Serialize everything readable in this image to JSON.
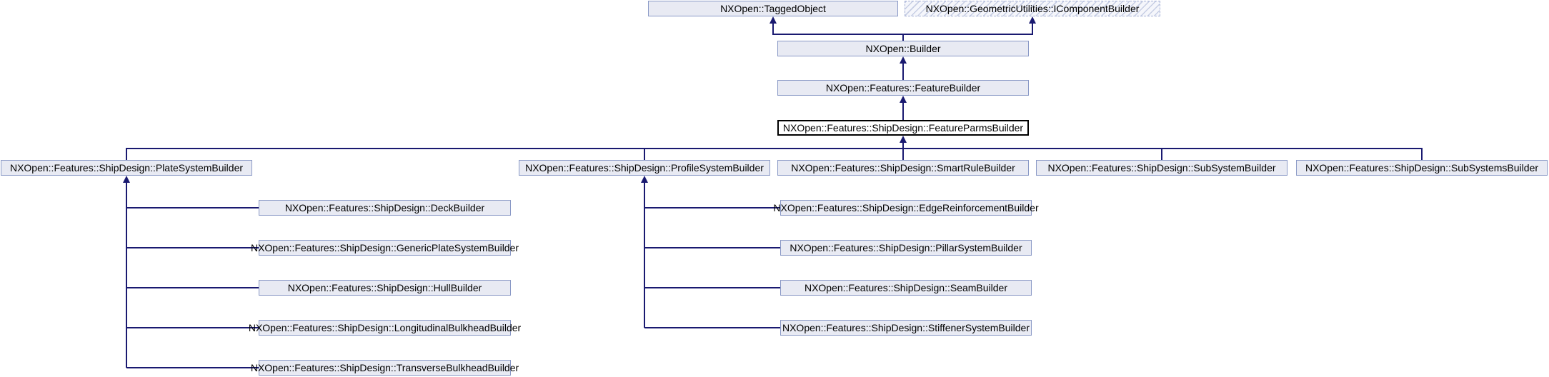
{
  "diagram": {
    "kind": "class-inheritance-graph",
    "current_class": "NXOpen::Features::ShipDesign::FeatureParmsBuilder"
  },
  "colors": {
    "node_fill": "#E8EAF3",
    "node_border": "#8A99C6",
    "current_node_fill": "#FFFFFF",
    "current_node_border": "#000000",
    "connector": "#191970",
    "text_color": "#000000",
    "hatch_stripe": "#C7CEE4",
    "hatch_bg": "#F5F6FB",
    "iface_border": "#A5B1D6"
  },
  "nodes": {
    "tagged_object": "NXOpen::TaggedObject",
    "icomponent_builder": "NXOpen::GeometricUtilities::IComponentBuilder",
    "builder": "NXOpen::Builder",
    "feature_builder": "NXOpen::Features::FeatureBuilder",
    "feature_parms_builder": "NXOpen::Features::ShipDesign::FeatureParmsBuilder",
    "plate_system_builder": "NXOpen::Features::ShipDesign::PlateSystemBuilder",
    "profile_system_builder": "NXOpen::Features::ShipDesign::ProfileSystemBuilder",
    "smart_rule_builder": "NXOpen::Features::ShipDesign::SmartRuleBuilder",
    "sub_system_builder": "NXOpen::Features::ShipDesign::SubSystemBuilder",
    "sub_systems_builder": "NXOpen::Features::ShipDesign::SubSystemsBuilder",
    "deck_builder": "NXOpen::Features::ShipDesign::DeckBuilder",
    "generic_plate_system_builder": "NXOpen::Features::ShipDesign::GenericPlateSystemBuilder",
    "hull_builder": "NXOpen::Features::ShipDesign::HullBuilder",
    "longitudinal_bulkhead_builder": "NXOpen::Features::ShipDesign::LongitudinalBulkheadBuilder",
    "transverse_bulkhead_builder": "NXOpen::Features::ShipDesign::TransverseBulkheadBuilder",
    "edge_reinforcement_builder": "NXOpen::Features::ShipDesign::EdgeReinforcementBuilder",
    "pillar_system_builder": "NXOpen::Features::ShipDesign::PillarSystemBuilder",
    "seam_builder": "NXOpen::Features::ShipDesign::SeamBuilder",
    "stiffener_system_builder": "NXOpen::Features::ShipDesign::StiffenerSystemBuilder"
  },
  "relations": [
    [
      "builder",
      "tagged_object"
    ],
    [
      "builder",
      "icomponent_builder"
    ],
    [
      "feature_builder",
      "builder"
    ],
    [
      "feature_parms_builder",
      "feature_builder"
    ],
    [
      "plate_system_builder",
      "feature_parms_builder"
    ],
    [
      "profile_system_builder",
      "feature_parms_builder"
    ],
    [
      "smart_rule_builder",
      "feature_parms_builder"
    ],
    [
      "sub_system_builder",
      "feature_parms_builder"
    ],
    [
      "sub_systems_builder",
      "feature_parms_builder"
    ],
    [
      "deck_builder",
      "plate_system_builder"
    ],
    [
      "generic_plate_system_builder",
      "plate_system_builder"
    ],
    [
      "hull_builder",
      "plate_system_builder"
    ],
    [
      "longitudinal_bulkhead_builder",
      "plate_system_builder"
    ],
    [
      "transverse_bulkhead_builder",
      "plate_system_builder"
    ],
    [
      "edge_reinforcement_builder",
      "profile_system_builder"
    ],
    [
      "pillar_system_builder",
      "profile_system_builder"
    ],
    [
      "seam_builder",
      "profile_system_builder"
    ],
    [
      "stiffener_system_builder",
      "profile_system_builder"
    ]
  ]
}
